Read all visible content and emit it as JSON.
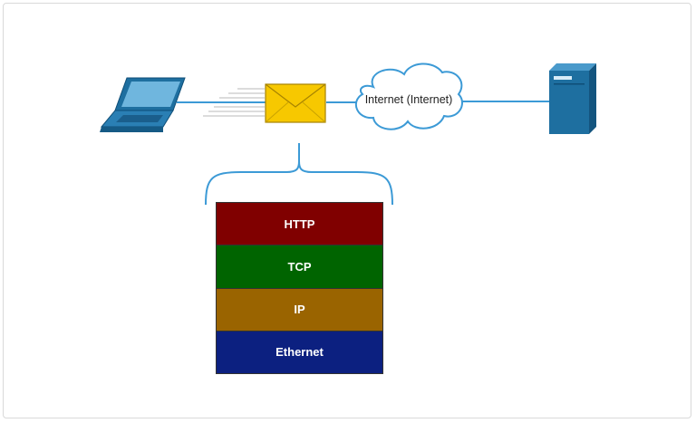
{
  "cloud": {
    "label": "Internet (Internet)"
  },
  "stack": {
    "layers": [
      {
        "label": "HTTP",
        "color": "#800000"
      },
      {
        "label": "TCP",
        "color": "#006400"
      },
      {
        "label": "IP",
        "color": "#9a6400"
      },
      {
        "label": "Ethernet",
        "color": "#0c2080"
      }
    ]
  },
  "colors": {
    "link": "#3c9ad6",
    "device": "#1e6fa0",
    "envelope": "#f7c800"
  },
  "icons": {
    "client": "laptop-icon",
    "message": "envelope-icon",
    "network": "cloud-icon",
    "destination": "server-icon"
  }
}
